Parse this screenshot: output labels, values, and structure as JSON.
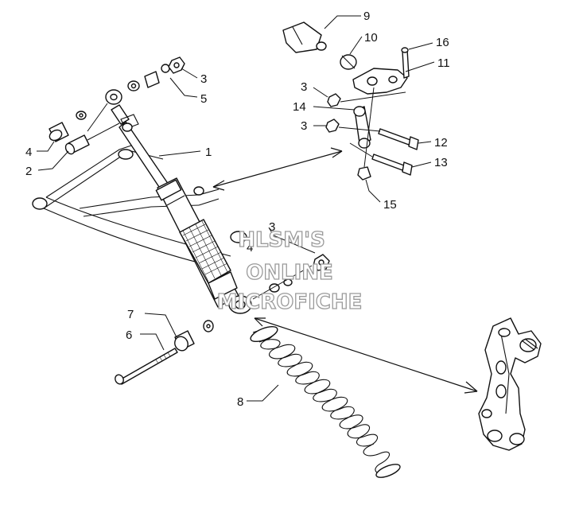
{
  "callouts": [
    {
      "text": "9"
    },
    {
      "text": "10"
    },
    {
      "text": "16"
    },
    {
      "text": "11"
    },
    {
      "text": "3"
    },
    {
      "text": "14"
    },
    {
      "text": "3"
    },
    {
      "text": "12"
    },
    {
      "text": "13"
    },
    {
      "text": "15"
    },
    {
      "text": "3"
    },
    {
      "text": "5"
    },
    {
      "text": "1"
    },
    {
      "text": "4"
    },
    {
      "text": "2"
    },
    {
      "text": "3"
    },
    {
      "text": "4"
    },
    {
      "text": "7"
    },
    {
      "text": "6"
    },
    {
      "text": "8"
    }
  ],
  "watermark": {
    "line1": "HLSM'S",
    "line2": "ONLINE",
    "line3": "MICROFICHE"
  },
  "colors": {
    "line": "#111111",
    "background": "#ffffff",
    "watermark_outline": "#9a9a9a"
  }
}
